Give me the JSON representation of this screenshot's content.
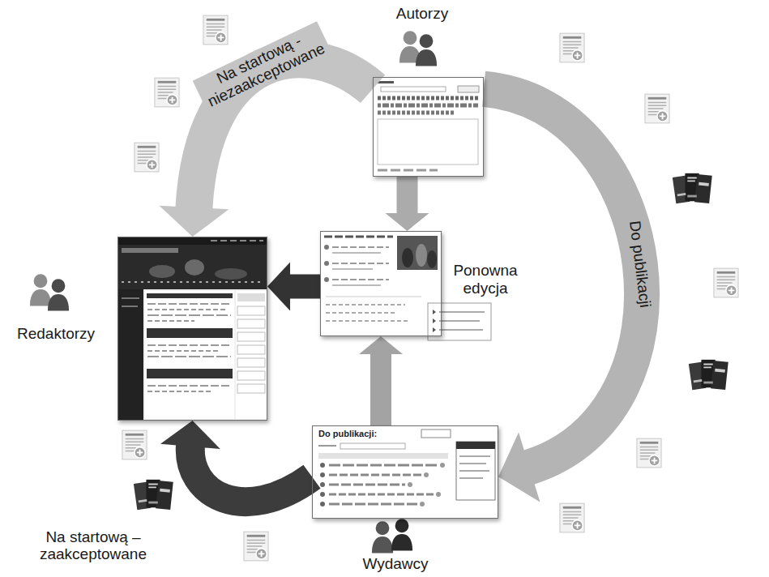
{
  "diagram": {
    "nodes": [
      {
        "text": [
          "Autorzy"
        ]
      },
      {
        "text": [
          "Redaktorzy"
        ]
      },
      {
        "text": [
          "Ponowna edycja"
        ]
      },
      {
        "text": [
          "Wydawcy"
        ]
      }
    ],
    "edges": [
      {
        "from": 0,
        "to": 1,
        "label": "Na startową - niezaakceptowane",
        "arrow": "to"
      },
      {
        "from": 0,
        "to": 3,
        "label": "Do publikacji",
        "arrow": "to"
      },
      {
        "from": 3,
        "to": 1,
        "label": "Na startową – zaakceptowane",
        "arrow": "to"
      },
      {
        "from": 0,
        "to": 2,
        "arrow": "to"
      },
      {
        "from": 3,
        "to": 2,
        "arrow": "to"
      },
      {
        "from": 2,
        "to": 1,
        "arrow": "to"
      }
    ],
    "labels": [
      "Do publikacji:"
    ]
  }
}
